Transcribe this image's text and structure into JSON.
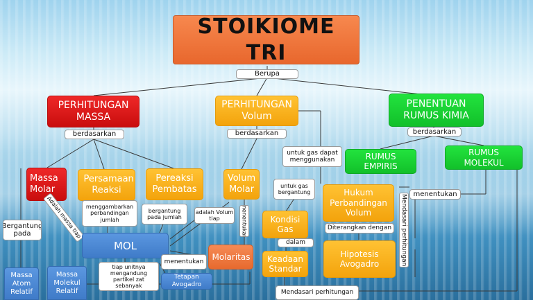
{
  "title": "STOIKIOMETRI",
  "nodes": {
    "perhitungan_massa": "PERHITUNGAN MASSA",
    "perhitungan_volum": "PERHITUNGAN Volum",
    "penentuan_rumus_kimia": "PENENTUAN RUMUS KIMIA",
    "massa_molar": "Massa Molar",
    "persamaan_reaksi": "Persamaan Reaksi",
    "pereaksi_pembatas": "Pereaksi Pembatas",
    "volum_molar": "Volum Molar",
    "rumus_empiris": "RUMUS EMPIRIS",
    "rumus_molekul": "RUMUS MOLEKUL",
    "hukum_perbandingan_volum": "Hukum Perbandingan Volum",
    "kondisi_gas": "Kondisi Gas",
    "keadaan_standar": "Keadaan Standar",
    "hipotesis_avogadro": "Hipotesis Avogadro",
    "mol": "MOL",
    "molaritas": "Molaritas",
    "massa_atom_relatif": "Massa Atom Relatif",
    "massa_molekul_relatif": "Massa Molekul Relatif",
    "tetapan_avogadro": "Tetapan Avogadro"
  },
  "links": {
    "berupa": "Berupa",
    "berdasarkan_1": "berdasarkan",
    "berdasarkan_2": "berdasarkan",
    "berdasarkan_3": "berdasarkan",
    "untuk_gas_dapat_menggunakan": "untuk gas dapat menggunakan",
    "untuk_gas_bergantung": "untuk gas bergantung",
    "menggambarkan": "menggambarkan perbandingan jumlah",
    "bergantung_pada_jumlah": "bergantung pada jumlah",
    "adalah_volum_tiap": "adalah Volum tiap",
    "menentukan_vertical": "menentukan",
    "adalah_massa_tiap": "Adalah massa tiap",
    "bergantung_pada": "Bergantung pada",
    "menentukan_1": "menentukan",
    "menentukan_2": "menentukan",
    "tiap_unitnya": "tiap unitnya mengandung partikel zat sebanyak",
    "diterangkan_dengan": "Diterangkan dengan",
    "dalam": "dalam",
    "mendasari_perhitungan_vertical": "Mendasari perhitungan",
    "mendasari_perhitungan": "Mendasari perhitungan"
  },
  "colors": {
    "title": "#e8672d",
    "orange": "#f3a30c",
    "red": "#c90d0d",
    "green": "#12c02a",
    "blue": "#3f7bc8",
    "molaritas": "#e76a2e"
  }
}
